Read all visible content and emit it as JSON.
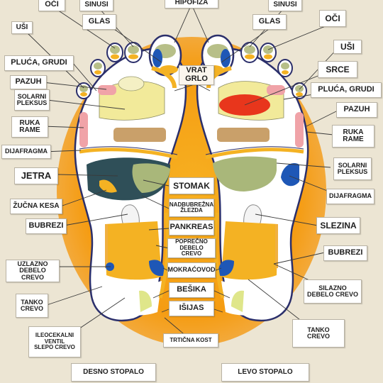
{
  "labels": {
    "oci_l": "OČI",
    "sinusi_l": "SINUSI",
    "hipofiza": "HIPOFIZA",
    "sinusi_r": "SINUSI",
    "usi_l": "UŠI",
    "glas_l": "GLAS",
    "glas_r": "GLAS",
    "oci_r": "OČI",
    "usi_r": "UŠI",
    "pluca_l": "PLUĆA, GRUDI",
    "srce": "SRCE",
    "vrat_grlo": "VRAT\nGRLO",
    "pazuh_l": "PAZUH",
    "pluca_r": "PLUĆA, GRUDI",
    "solarni_l": "SOLARNI\nPLEKSUS",
    "pazuh_r": "PAZUH",
    "ruka_l": "RUKA\nRAME",
    "ruka_r": "RUKA\nRAME",
    "dijafragma_l": "DIJAFRAGMA",
    "solarni_r": "SOLARNI\nPLEKSUS",
    "jetra": "JETRA",
    "stomak": "STOMAK",
    "dijafragma_r": "DIJAFRAGMA",
    "zucna": "ŽUČNA KESA",
    "nadbubrezna": "NADBUBREŽNA\nŽLEZDA",
    "bubrezi_l": "BUBREZI",
    "pankreas": "PANKREAS",
    "slezina": "SLEZINA",
    "poprecno": "POPREČNO\nDEBELO CREVO",
    "bubrezi_r": "BUBREZI",
    "uzlazno": "UZLAZNO\nDEBELO CREVO",
    "mokracovod": "MOKRAĆOVOD",
    "silazno": "SILAZNO\nDEBELO CREVO",
    "tanko_l": "TANKO\nCREVO",
    "besika": "BEŠIKA",
    "isijas": "IŠIJAS",
    "tanko_r": "TANKO\nCREVO",
    "ileocekalni": "ILEOCEKALNI\nVENTIL\nSLEPO CREVO",
    "trticna": "TRTIČNA KOST",
    "desno": "DESNO STOPALO",
    "levo": "LEVO STOPALO"
  },
  "colors": {
    "background": "#ece5d3",
    "halo": "#f5a21c",
    "foot_fill": "#ffffff",
    "foot_outline": "#2b2f6b",
    "yellow_zone": "#f2ea9a",
    "dark_teal": "#2f4f58",
    "olive": "#a9b77a",
    "orange_zone": "#f4b223",
    "tan": "#c9a06a",
    "red_heart": "#e8361c",
    "blue": "#1e57b6",
    "pink": "#f0a3a8",
    "lime": "#dfe68a",
    "line": "#3a3a3a"
  }
}
